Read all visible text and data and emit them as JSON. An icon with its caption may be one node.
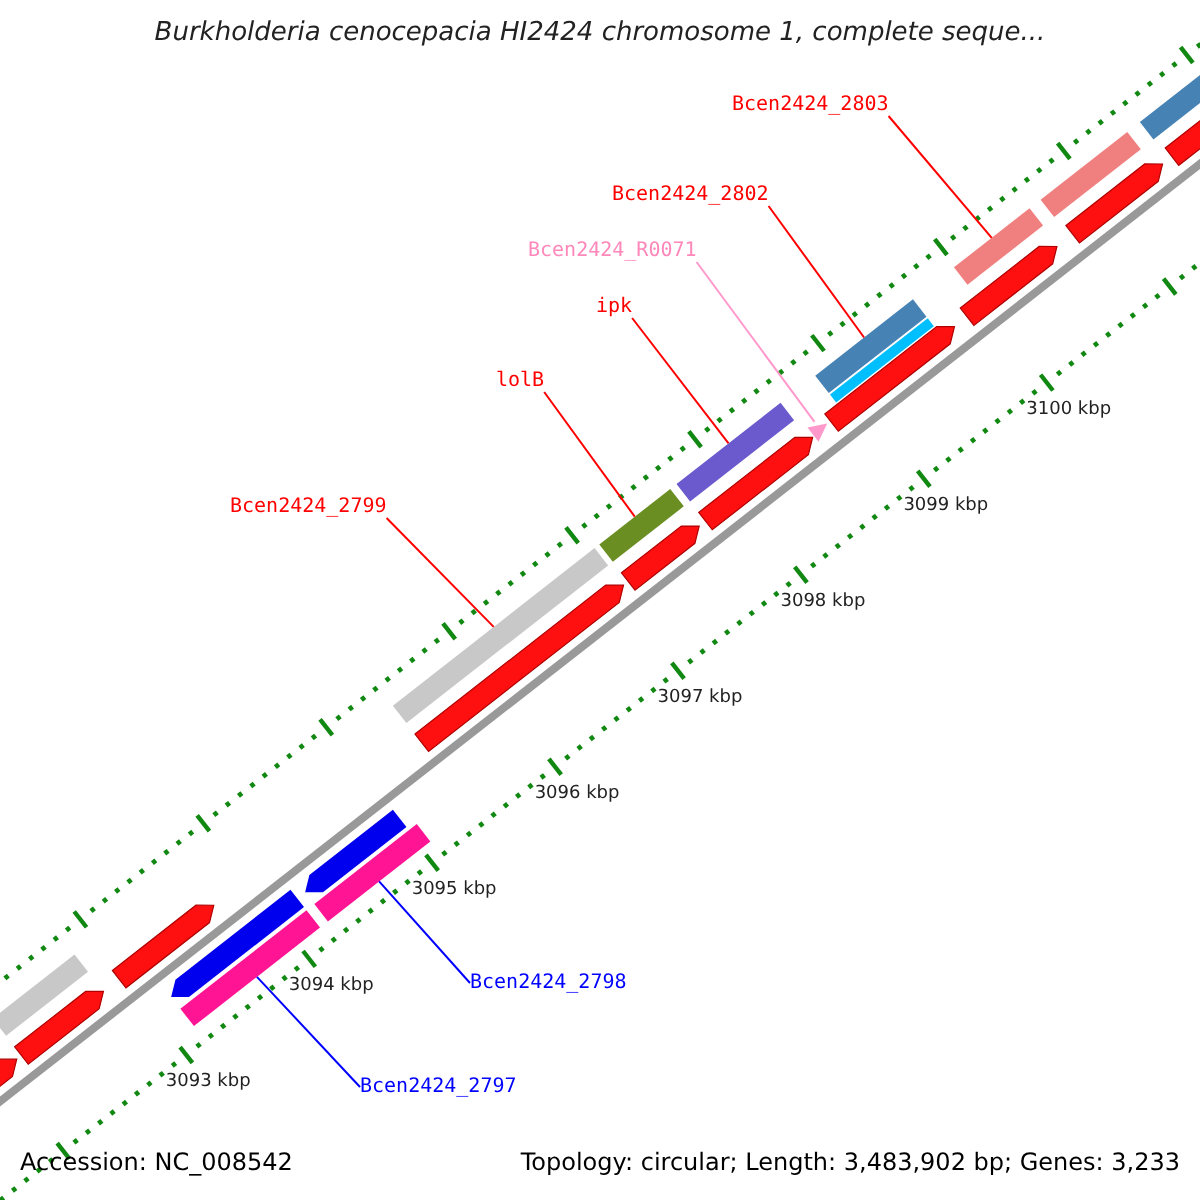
{
  "diagram": {
    "title": "Burkholderia cenocepacia HI2424 chromosome 1, complete seque...",
    "nodes": [
      {
        "text": [
          "Bcen2424_2803"
        ]
      },
      {
        "text": [],
        "shape": "bar"
      },
      {
        "text": [
          "Bcen2424_2802"
        ]
      },
      {
        "text": [],
        "shape": "bar"
      },
      {
        "text": [
          "Bcen2424_R0071"
        ]
      },
      {
        "text": [],
        "shape": "triangle"
      },
      {
        "text": [
          "ipk"
        ]
      },
      {
        "text": [],
        "shape": "bar"
      },
      {
        "text": [
          "lolB"
        ]
      },
      {
        "text": [],
        "shape": "bar"
      },
      {
        "text": [
          "Bcen2424_2799"
        ]
      },
      {
        "text": [],
        "shape": "bar"
      },
      {
        "text": [
          "Bcen2424_2798"
        ]
      },
      {
        "text": [],
        "shape": "bar"
      },
      {
        "text": [
          "Bcen2424_2797"
        ]
      },
      {
        "text": [],
        "shape": "bar"
      },
      {
        "text": [],
        "shape": "bar"
      },
      {
        "text": [],
        "shape": "bar"
      },
      {
        "text": [],
        "shape": "bar"
      },
      {
        "text": [],
        "shape": "bar"
      },
      {
        "text": [],
        "shape": "bar"
      },
      {
        "text": [],
        "shape": "bar"
      },
      {
        "text": [],
        "shape": "bar"
      },
      {
        "text": [],
        "shape": "bar"
      },
      {
        "text": [],
        "shape": "bar"
      },
      {
        "text": [],
        "shape": "bar"
      },
      {
        "text": [],
        "shape": "bar"
      },
      {
        "text": [],
        "shape": "bar"
      },
      {
        "text": [],
        "shape": "bar"
      },
      {
        "text": [],
        "shape": "bar"
      },
      {
        "text": [],
        "shape": "bar"
      },
      {
        "text": [],
        "shape": "bar"
      }
    ],
    "edges": [
      {
        "from": 0,
        "to": 1,
        "arrow": "none"
      },
      {
        "from": 2,
        "to": 3,
        "arrow": "none"
      },
      {
        "from": 4,
        "to": 5,
        "arrow": "none",
        "color": "#ff99cc"
      },
      {
        "from": 6,
        "to": 7,
        "arrow": "none"
      },
      {
        "from": 8,
        "to": 9,
        "arrow": "none"
      },
      {
        "from": 10,
        "to": 11,
        "arrow": "none"
      },
      {
        "from": 12,
        "to": 13,
        "arrow": "none",
        "color": "#0000ff"
      },
      {
        "from": 14,
        "to": 15,
        "arrow": "none",
        "color": "#0000ff"
      }
    ],
    "labels": [
      "3100 kbp",
      "3099 kbp",
      "3098 kbp",
      "3097 kbp",
      "3096 kbp",
      "3095 kbp",
      "3094 kbp",
      "3093 kbp",
      "Accession: NC_008542",
      "Topology: circular; Length: 3,483,902 bp; Genes: 3,233"
    ]
  }
}
